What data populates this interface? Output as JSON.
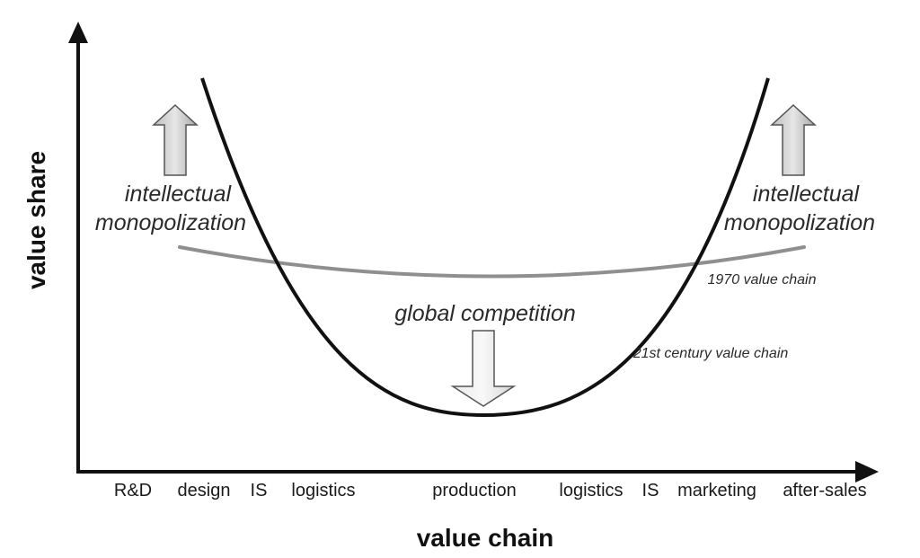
{
  "axes": {
    "x_title": "value chain",
    "y_title": "value share"
  },
  "stages": [
    "R&D",
    "design",
    "IS",
    "logistics",
    "production",
    "logistics",
    "IS",
    "marketing",
    "after-sales"
  ],
  "annotations": {
    "left_top": {
      "line1": "intellectual",
      "line2": "monopolization"
    },
    "right_top": {
      "line1": "intellectual",
      "line2": "monopolization"
    },
    "middle": "global competition"
  },
  "curves": {
    "flat_label": "1970 value chain",
    "smile_label": "21st century value chain"
  },
  "colors": {
    "axis": "#111111",
    "smile_curve": "#111111",
    "flat_curve": "#8f8f8f",
    "arrow_fill": "#d9d9d9",
    "arrow_stroke": "#555555"
  }
}
